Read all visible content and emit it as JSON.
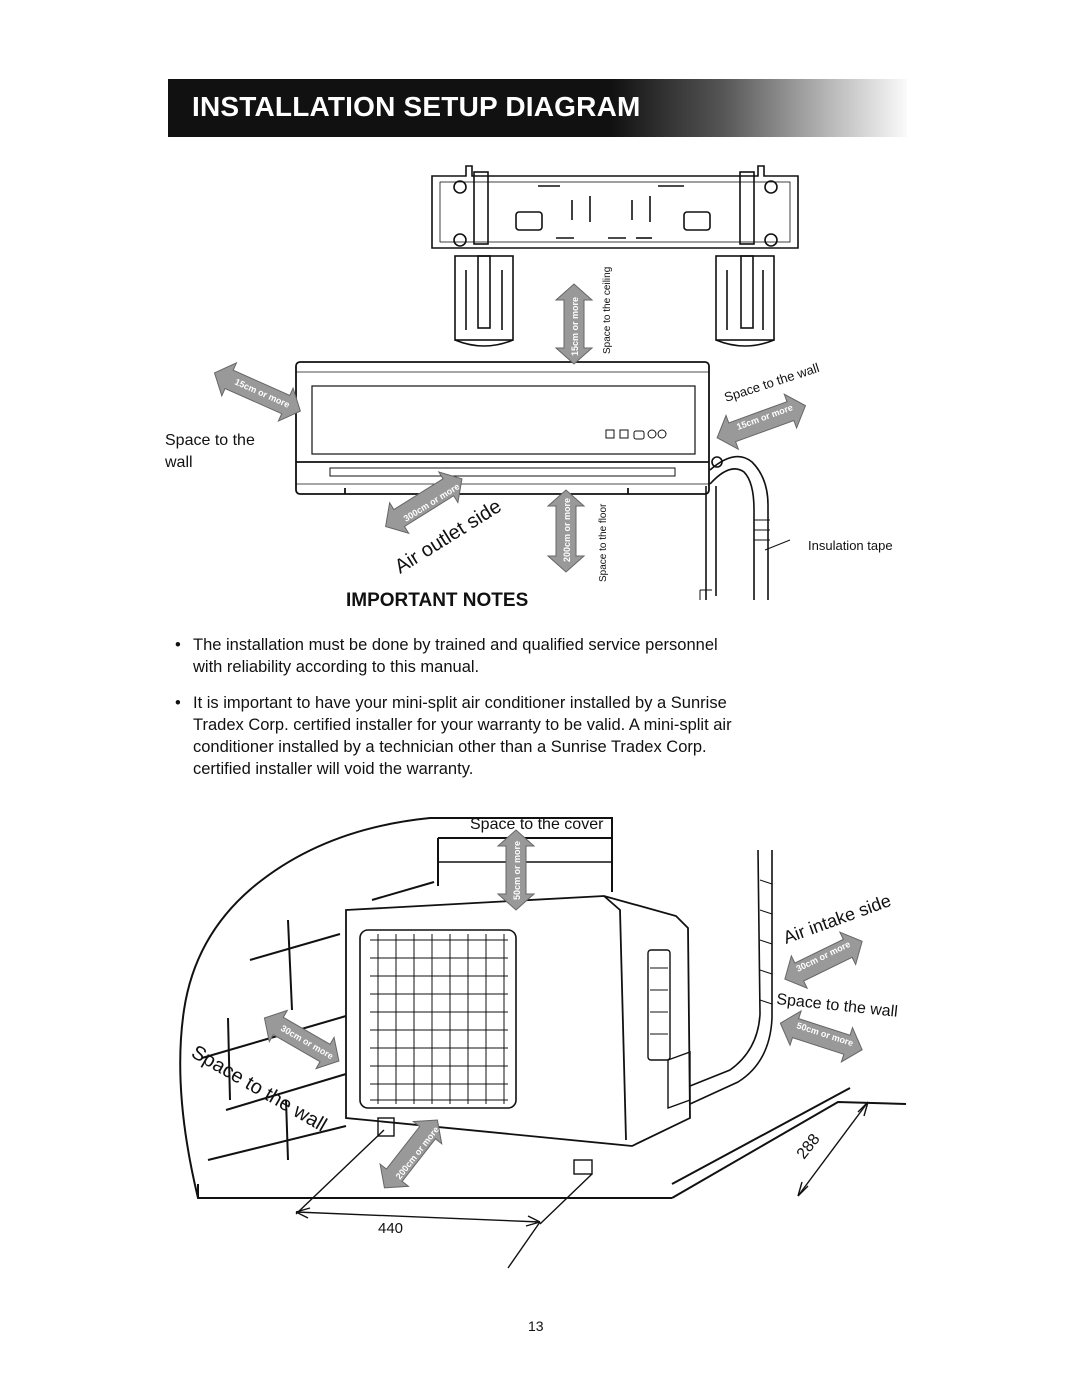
{
  "header": {
    "title": "INSTALLATION SETUP DIAGRAM"
  },
  "indoor": {
    "space_wall_left": "Space to the\nwall",
    "space_wall_right": "Space to the wall",
    "space_ceiling": "Space to the ceiling",
    "space_floor": "Space to the floor",
    "air_outlet": "Air outlet side",
    "insulation": "Insulation tape",
    "badge_left": "15cm or more",
    "badge_right": "15cm or more",
    "badge_ceiling": "15cm or more",
    "badge_outlet": "300cm or more",
    "badge_floor": "200cm or more"
  },
  "notes": {
    "heading": "IMPORTANT NOTES",
    "items": [
      "The installation must be done by trained and qualified service personnel with reliability according to this manual.",
      "It is important to have your mini-split air conditioner installed by a Sunrise Tradex Corp. certified installer for your warranty to be valid. A mini-split air conditioner installed by a technician other than a Sunrise Tradex Corp. certified installer will void the warranty."
    ]
  },
  "outdoor": {
    "space_cover": "Space to the cover",
    "air_intake": "Air intake side",
    "space_wall_right": "Space to the wall",
    "space_wall_left": "Space to the wall",
    "badge_cover": "50cm or more",
    "badge_intake": "30cm or more",
    "badge_wall_right": "50cm or more",
    "badge_wall_left": "30cm or more",
    "badge_front": "200cm or more",
    "dim_width": "440",
    "dim_depth": "288"
  },
  "footer": {
    "page_number": "13"
  }
}
